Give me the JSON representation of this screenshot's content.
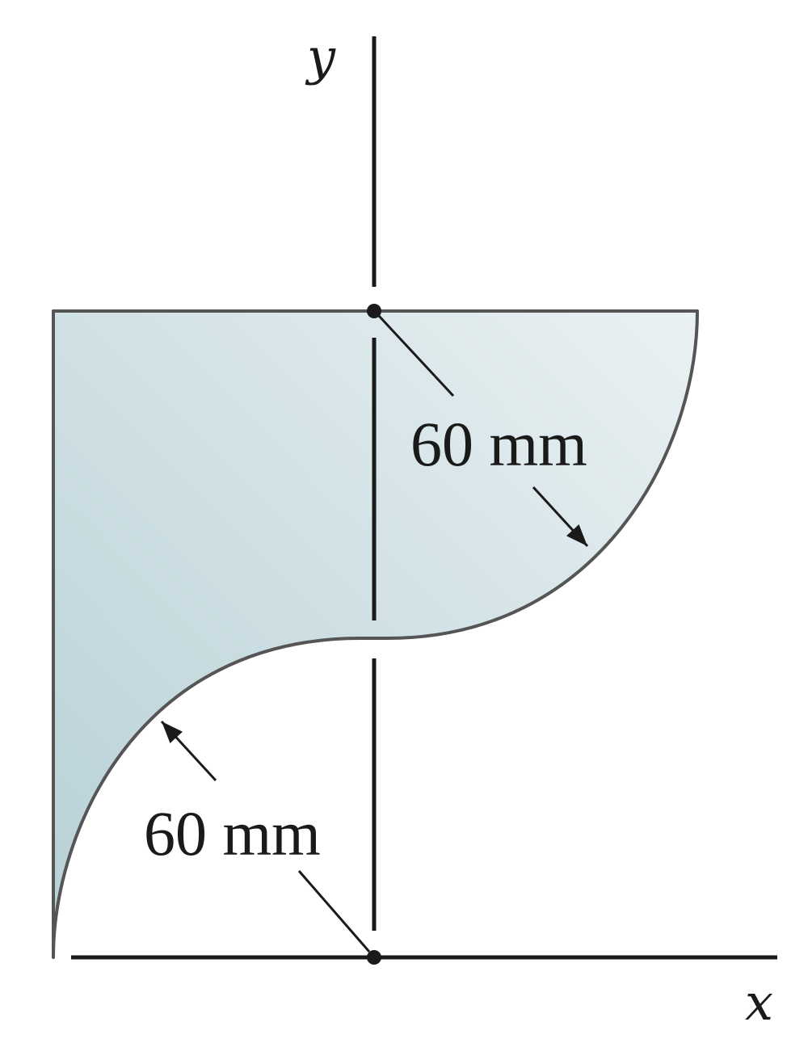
{
  "figure": {
    "axes": {
      "x_label": "x",
      "y_label": "y"
    },
    "dimensions": {
      "upper_radius": "60 mm",
      "lower_radius": "60 mm"
    },
    "colors": {
      "fill_light": "#eaf1f3",
      "fill_dark": "#b6d0d6",
      "outline": "#555555",
      "line": "#1a1a1a"
    }
  }
}
